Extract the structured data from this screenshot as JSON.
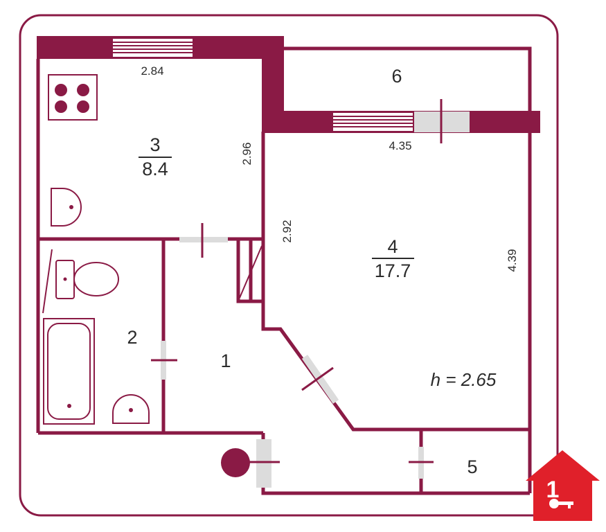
{
  "plan": {
    "wall_color": "#8a1a45",
    "outline_color": "#8a1a45",
    "rooms": [
      {
        "id": "1",
        "number": "1"
      },
      {
        "id": "2",
        "number": "2"
      },
      {
        "id": "3",
        "number": "3",
        "area": "8.4"
      },
      {
        "id": "4",
        "number": "4",
        "area": "17.7"
      },
      {
        "id": "5",
        "number": "5"
      },
      {
        "id": "6",
        "number": "6"
      }
    ],
    "dimensions": {
      "kitchen_width": "2.84",
      "kitchen_depth": "2.96",
      "room_window_wall": "4.35",
      "room_left_wall": "2.92",
      "room_right_wall": "4.39"
    },
    "ceiling_height": "h = 2.65"
  },
  "logo": {
    "color": "#e0202a",
    "icon": "house-key-logo",
    "digit": "1"
  }
}
